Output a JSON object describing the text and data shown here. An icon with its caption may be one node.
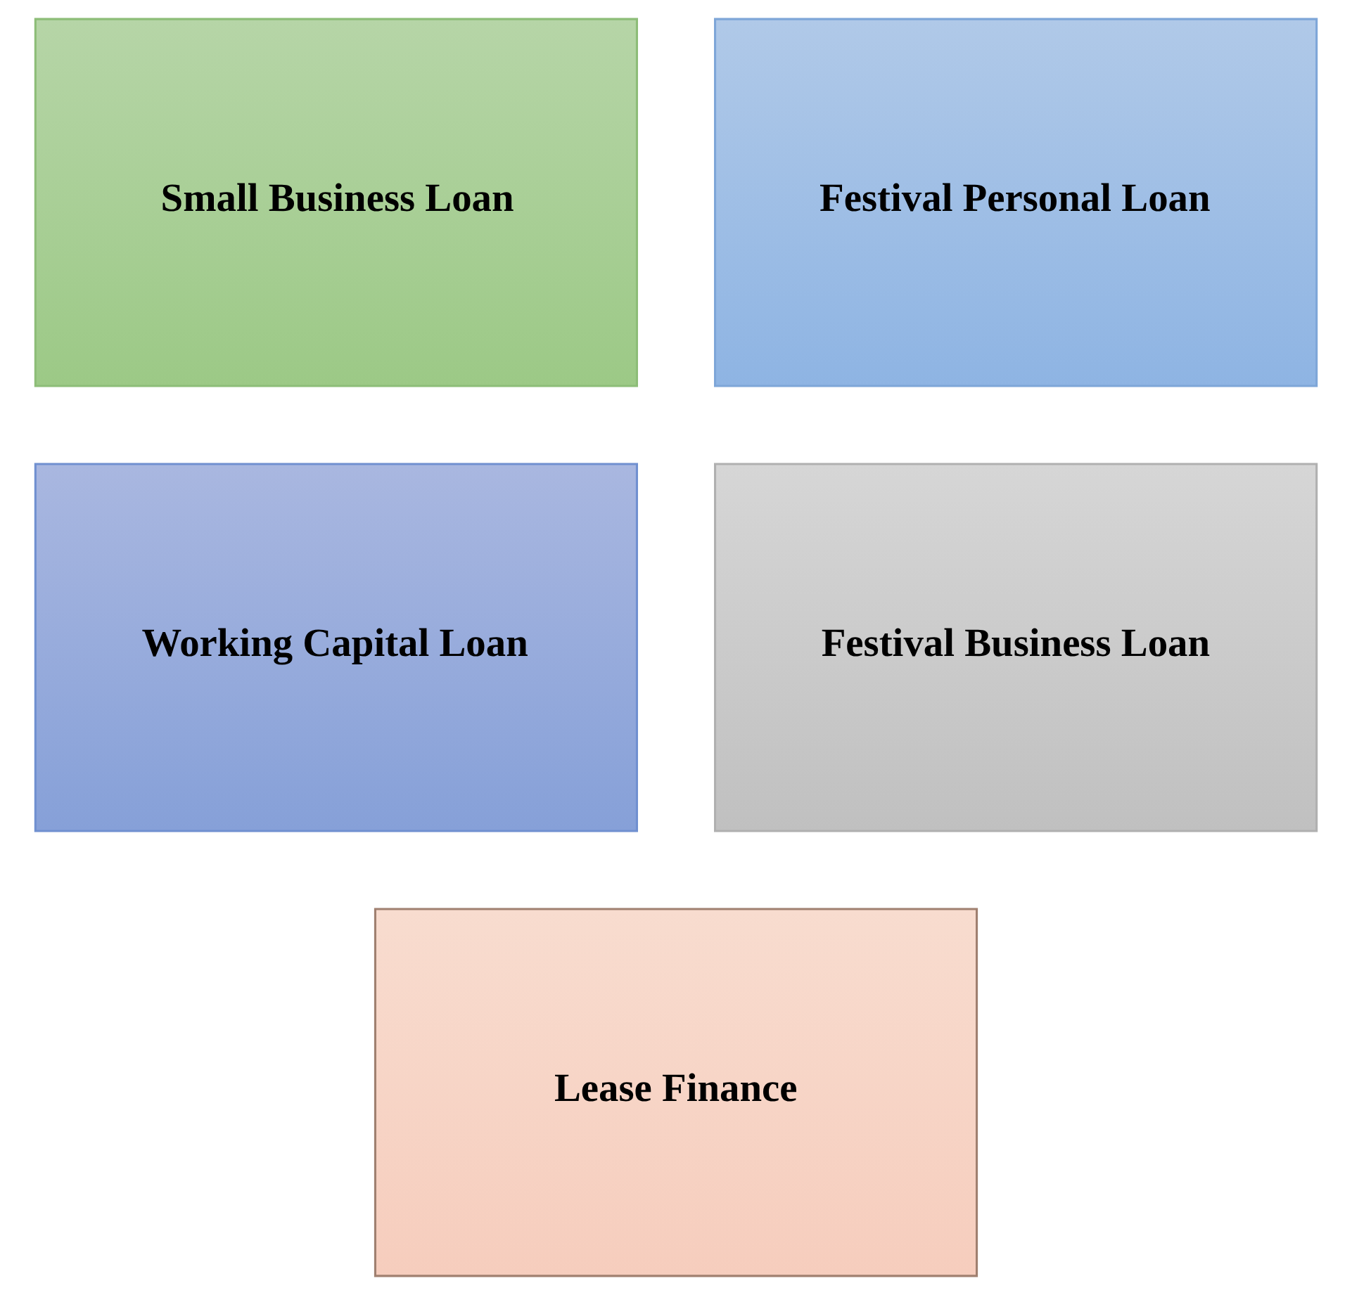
{
  "diagram": {
    "nodes": [
      {
        "text": [
          "Small Business Loan"
        ]
      },
      {
        "text": [
          "Festival Personal Loan"
        ]
      },
      {
        "text": [
          "Working Capital Loan"
        ]
      },
      {
        "text": [
          "Festival Business Loan"
        ]
      },
      {
        "text": [
          "Lease Finance"
        ]
      }
    ]
  }
}
